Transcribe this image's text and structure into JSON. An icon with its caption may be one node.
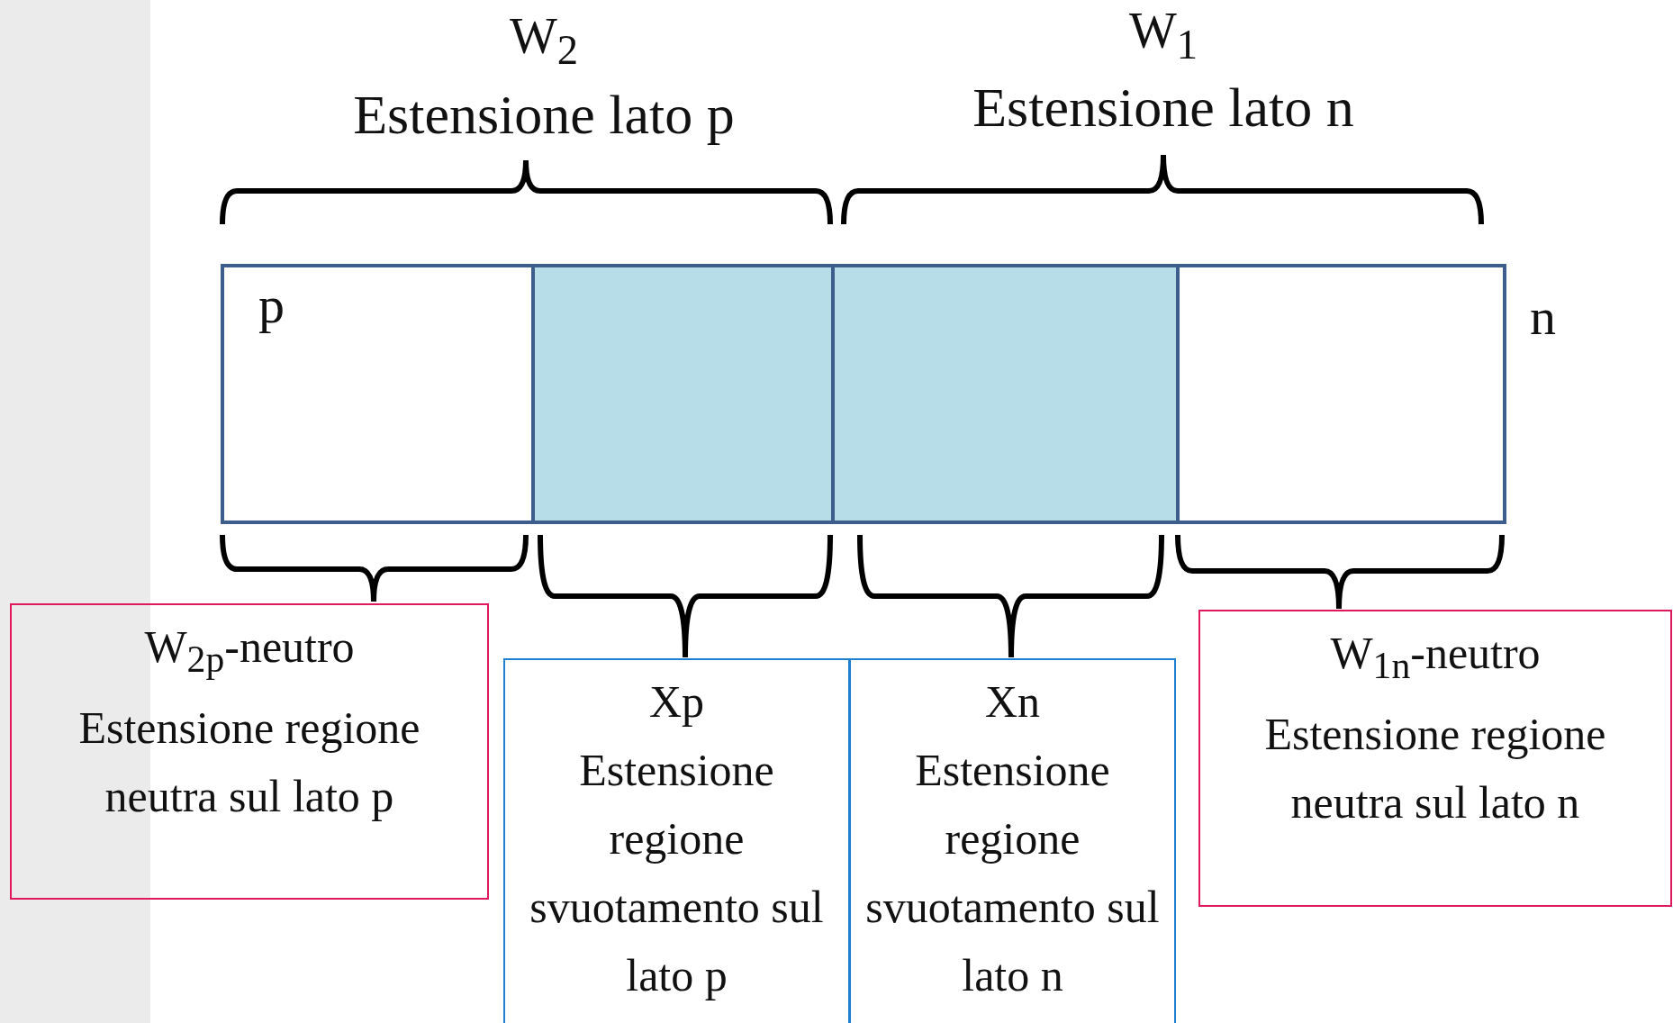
{
  "diagram": {
    "nodes": [
      {
        "text": [
          "p"
        ]
      },
      {
        "text": [],
        "shape": "box"
      },
      {
        "text": [],
        "shape": "box"
      },
      {
        "text": [],
        "shape": "box",
        "beside": [
          "n"
        ]
      },
      {
        "text": [
          "W$_{2p}$-neutro",
          "Estensione regione neutra sul lato p"
        ]
      },
      {
        "text": [
          "Xp",
          "Estensione regione svuotamento sul lato p"
        ]
      },
      {
        "text": [
          "Xn",
          "Estensione regione svuotamento sul lato n"
        ]
      },
      {
        "text": [
          "W$_{1n}$-neutro",
          "Estensione regione neutra sul lato n"
        ]
      }
    ],
    "labels": [
      "W$_{2}$",
      "Estensione lato p",
      "W$_{1}$",
      "Estensione lato n"
    ]
  }
}
